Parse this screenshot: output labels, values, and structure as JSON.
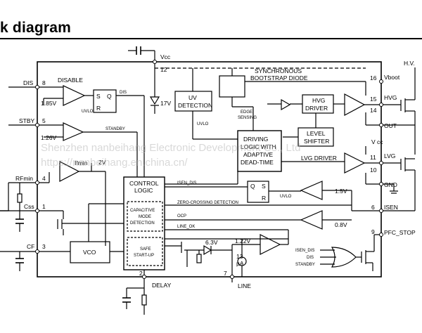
{
  "heading": "k diagram",
  "pins": {
    "dis": "DIS",
    "n8": "8",
    "stby": "STBY",
    "n5": "5",
    "rfmin": "RFmin",
    "n4": "4",
    "css": "Css",
    "n1": "1",
    "cf": "CF",
    "n3": "3",
    "n2": "2",
    "delay": "DELAY",
    "n7": "7",
    "line": "LINE",
    "vcc": "Vcc",
    "n12": "12",
    "hv": "H.V.",
    "n16": "16",
    "vboot": "Vboot",
    "n15": "15",
    "hvg": "HVG",
    "n14": "14",
    "out": "OUT",
    "vcc_low": "V cc",
    "n11": "11",
    "lvg": "LVG",
    "n10": "10",
    "gnd": "GND",
    "n6": "6",
    "isen": "ISEN",
    "n9": "9",
    "pfc_stop": "PFC_STOP"
  },
  "labels": {
    "disable": "DISABLE",
    "v185": "1.85V",
    "uvlo1": "UVLO",
    "dis_out": "DIS",
    "s": "S",
    "q": "Q",
    "r": "R",
    "v126": "1.26V",
    "standby": "STANDBY",
    "ifmin": "Ifmin",
    "v2": "2V",
    "v17": "17V",
    "uv1": "UV",
    "uv2": "DETECTION",
    "uvlo2": "UVLO",
    "sync1": "SYNCHRONOUS",
    "sync2": "BOOTSTRAP DIODE",
    "edge1": "EDGE",
    "edge2": "SENSING",
    "hvg1": "HVG",
    "hvg2": "DRIVER",
    "level1": "LEVEL",
    "level2": "SHIFTER",
    "drv1": "DRIVING",
    "drv2": "LOGIC WITH",
    "drv3": "ADAPTIVE",
    "drv4": "DEAD-TIME",
    "lvg_driver": "LVG DRIVER",
    "ctl1": "CONTROL",
    "ctl2": "LOGIC",
    "cap1": "CAPACITIVE",
    "cap2": "MODE",
    "cap3": "DETECTION",
    "safe1": "SAFE",
    "safe2": "START-UP",
    "isen_dis": "ISEN_DIS",
    "zc": "ZERO-CROSSING DETECTION",
    "ocp": "OCP",
    "line_ok": "LINE_OK",
    "q2": "Q",
    "s2": "S",
    "r2": "R",
    "uvlo3": "UVLO",
    "v15": "1.5V",
    "v08": "0.8V",
    "v122": "1.22V",
    "v63": "6.3V",
    "ua13": "13",
    "ua_unit": "µA",
    "vco": "VCO",
    "g_isen_dis": "ISEN_DIS",
    "g_dis": "DIS",
    "g_standby": "STANDBY"
  },
  "watermark": {
    "line1": "Shenzhen nanbeihang Electronic Development Co., Ltd",
    "line2": "https://nanbeihang.en.china.cn/"
  }
}
